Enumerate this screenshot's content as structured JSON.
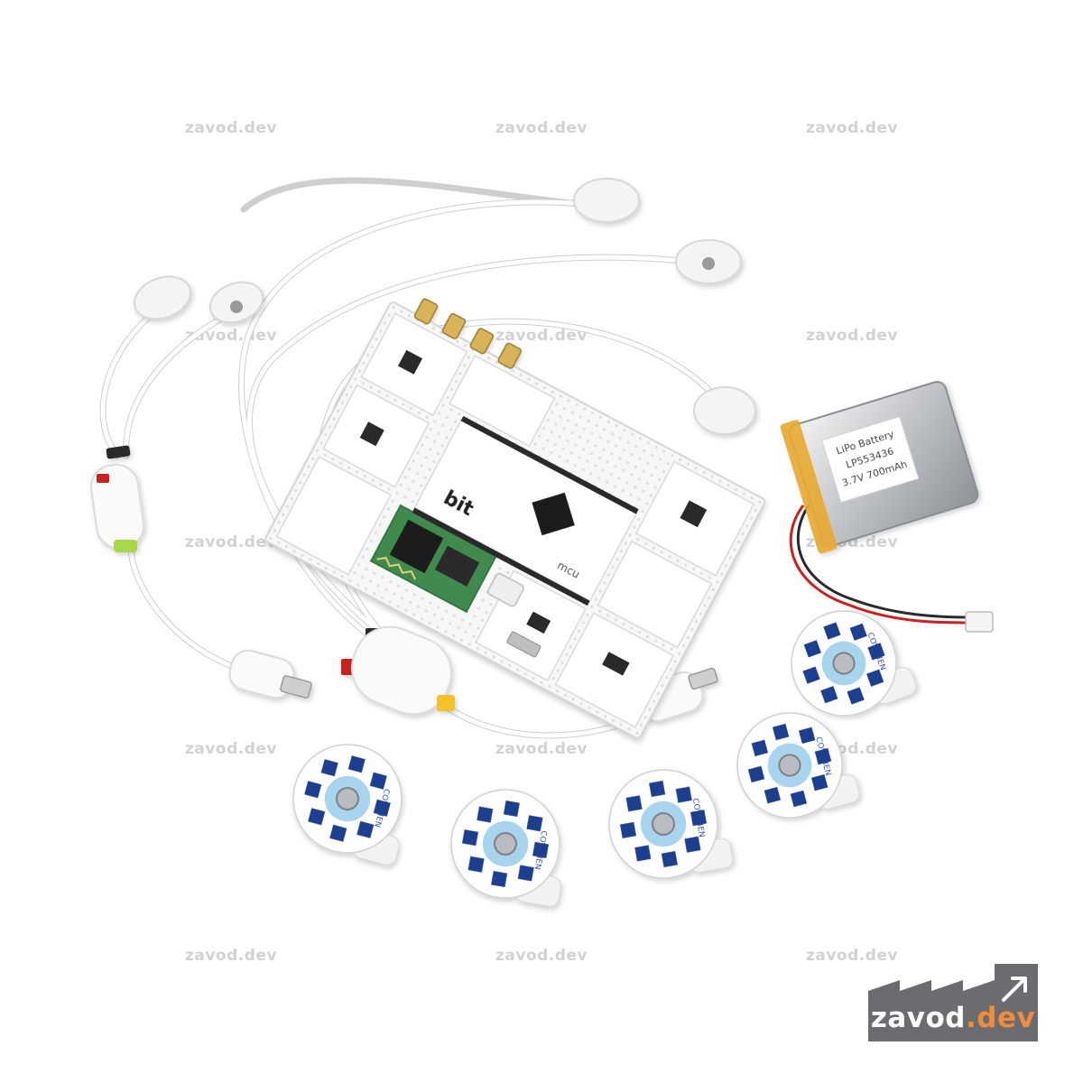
{
  "watermark": {
    "text": "zavod.dev",
    "color": "#d2d2d2"
  },
  "logo": {
    "name_main": "zavod",
    "name_accent": ".dev",
    "background": "#6b6c70",
    "accent": "#f08c3c",
    "icon": "arrow-up-right-icon"
  },
  "board": {
    "label": "bit",
    "mcu_label": "mcu"
  },
  "battery": {
    "line1": "LiPo Battery",
    "line2": "LP553436",
    "line3": "3.7V 700mAh",
    "wrap_color": "#e8a830"
  },
  "electrode": {
    "brand": "COVIDIEN",
    "pattern_color": "#1f3f8f",
    "gel_color": "#a8d4ee"
  }
}
